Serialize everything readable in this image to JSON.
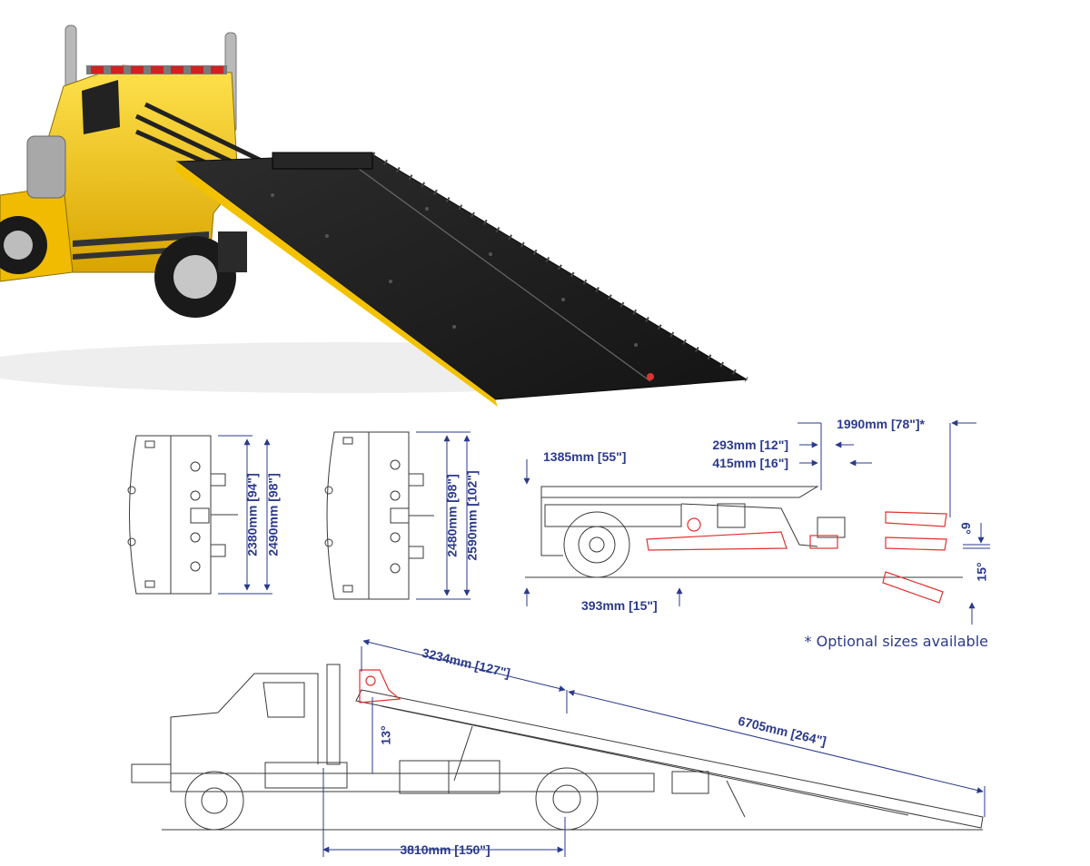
{
  "colors": {
    "dimension": "#2b3a8c",
    "cab_yellow": "#f2c200",
    "deck": "#1e1e1e",
    "red_detail": "#e0322e",
    "line_art": "#3a3a3a"
  },
  "end_view_left": {
    "dim_inner": "2380mm [94\"]",
    "dim_outer": "2490mm [98\"]"
  },
  "end_view_right": {
    "dim_inner": "2480mm [98\"]",
    "dim_outer": "2590mm [102\"]"
  },
  "rear_detail": {
    "top_right": "1990mm [78\"]*",
    "upper_mid": "293mm [12\"]",
    "lower_mid": "415mm [16\"]",
    "left_height": "1385mm [55\"]",
    "bottom": "393mm [15\"]",
    "angle_small": "6°",
    "angle_large": "15°"
  },
  "note": "* Optional sizes available",
  "side_view": {
    "top_length": "3234mm [127\"]",
    "deck_length": "6705mm [264\"]",
    "angle": "13°",
    "wheelbase": "3810mm [150\"]"
  }
}
